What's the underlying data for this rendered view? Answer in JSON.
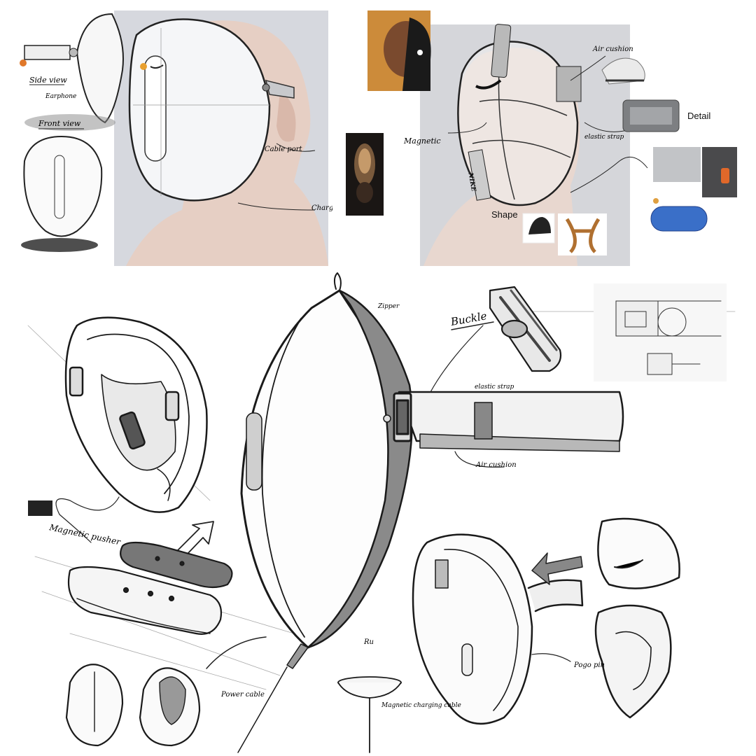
{
  "labels": {
    "detail": "Detail",
    "shape": "Shape",
    "buckle": "Buckle",
    "magnetic_pusher": "Magnetic pusher",
    "magnetic": "Magnetic",
    "side_view": "Side view",
    "front_view": "Front view",
    "charging_point": "Charging point",
    "air_cushion": "Air cushion",
    "elastic_strap": "elastic strap",
    "nike_band": "NIKE"
  },
  "colors": {
    "render_bg": "#d6d8de",
    "skin": "#e8d2c8",
    "sketch_line": "#1a1a1a",
    "shade_gray": "#9c9c9c",
    "accent_orange": "#e0782a",
    "accent_blue": "#3a6fc8"
  }
}
